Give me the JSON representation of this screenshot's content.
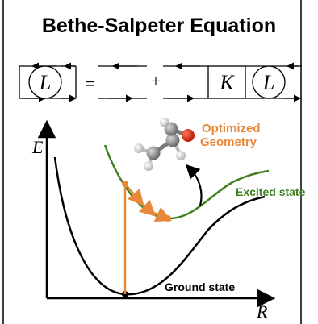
{
  "title": "Bethe-Salpeter Equation",
  "equation": {
    "lhs_symbol": "L",
    "equals": "=",
    "plus": "+",
    "kernel_symbol": "K",
    "rhs_symbol": "L"
  },
  "diagram": {
    "y_axis_label": "E",
    "x_axis_label": "R",
    "excited_label": "Excited state",
    "ground_label": "Ground state",
    "optimized_label_line1": "Optimized",
    "optimized_label_line2": "Geometry"
  },
  "colors": {
    "frame": "#000000",
    "excited_curve": "#3f7f1f",
    "ground_curve": "#000000",
    "path": "#e8893a",
    "optimized_text": "#e8893a",
    "molecule_carbon": "#8a8a8a",
    "molecule_hydrogen": "#d9d9d9",
    "molecule_oxygen": "#d62a10"
  }
}
